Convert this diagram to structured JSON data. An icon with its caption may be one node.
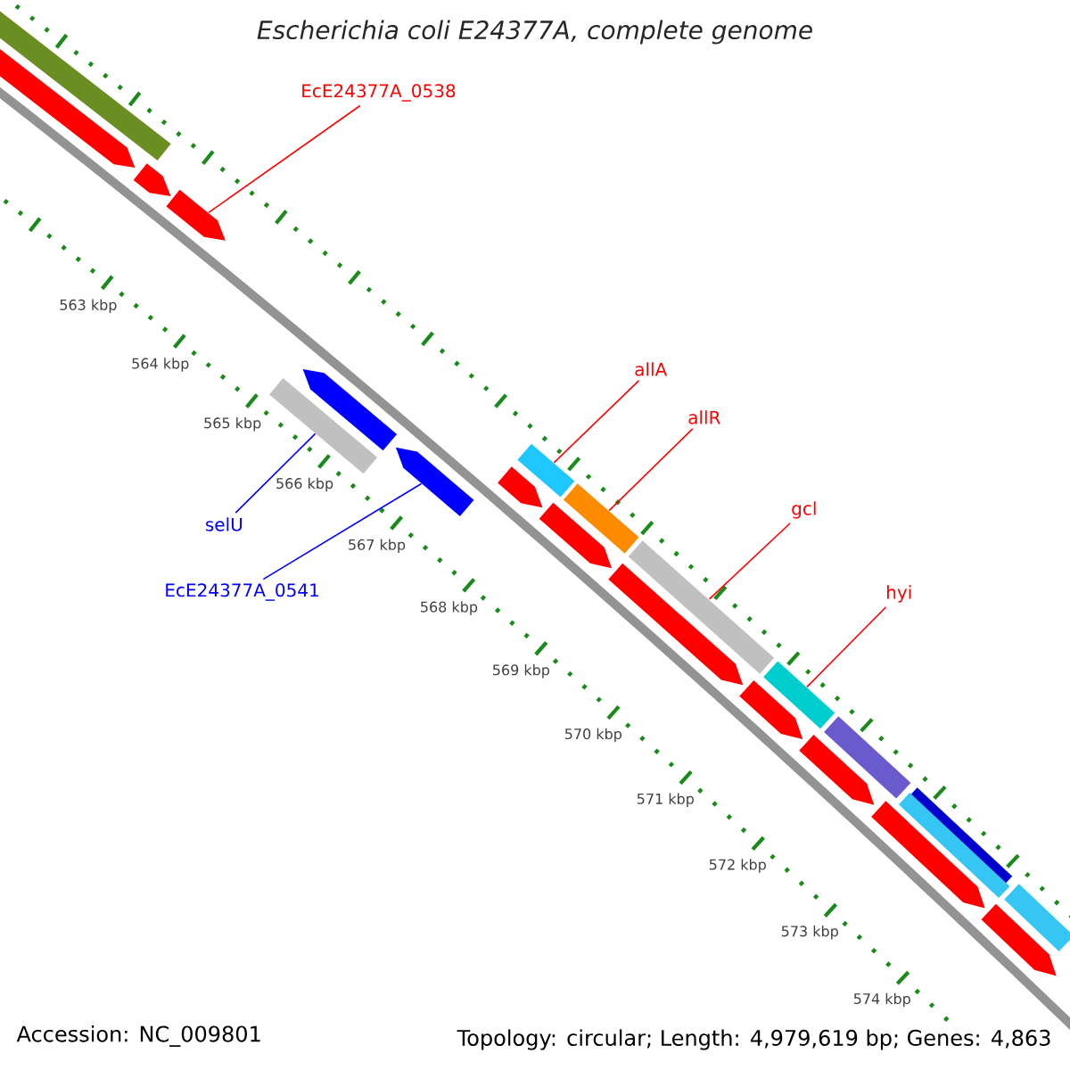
{
  "diagram": {
    "title": "Escherichia coli E24377A, complete genome",
    "nodes": [
      {
        "text": [
          "EcE24377A_0538"
        ]
      },
      {
        "text": [],
        "shape": "bar"
      },
      {
        "text": [],
        "shape": "arrow"
      },
      {
        "text": [],
        "shape": "arrow"
      },
      {
        "text": [],
        "shape": "arrow"
      },
      {
        "text": [],
        "shape": "arrow"
      },
      {
        "text": [],
        "shape": "bar"
      },
      {
        "text": [
          "selU"
        ]
      },
      {
        "text": [],
        "shape": "arrow"
      },
      {
        "text": [
          "EcE24377A_0541"
        ]
      },
      {
        "text": [
          "allA"
        ]
      },
      {
        "text": [
          "allR"
        ]
      },
      {
        "text": [],
        "shape": "bar"
      },
      {
        "text": [],
        "shape": "arrow"
      },
      {
        "text": [],
        "shape": "bar"
      },
      {
        "text": [],
        "shape": "arrow"
      },
      {
        "text": [
          "gcl"
        ]
      },
      {
        "text": [],
        "shape": "bar"
      },
      {
        "text": [],
        "shape": "arrow"
      },
      {
        "text": [
          "hyi"
        ]
      },
      {
        "text": [],
        "shape": "bar"
      },
      {
        "text": [],
        "shape": "arrow"
      },
      {
        "text": [],
        "shape": "bar"
      },
      {
        "text": [],
        "shape": "arrow"
      },
      {
        "text": [],
        "shape": "bar"
      },
      {
        "text": [],
        "shape": "bar"
      },
      {
        "text": [],
        "shape": "arrow"
      },
      {
        "text": [],
        "shape": "bar"
      },
      {
        "text": [],
        "shape": "arrow"
      }
    ],
    "edges": [
      {
        "from": 0,
        "to": 4,
        "arrow": "none"
      },
      {
        "from": 7,
        "to": 6,
        "arrow": "none",
        "color": "#0000ff"
      },
      {
        "from": 9,
        "to": 8,
        "arrow": "none",
        "color": "#0000ff"
      },
      {
        "from": 10,
        "to": 12,
        "arrow": "none"
      },
      {
        "from": 11,
        "to": 14,
        "arrow": "none"
      },
      {
        "from": 16,
        "to": 17,
        "arrow": "none"
      },
      {
        "from": 19,
        "to": 20,
        "arrow": "none"
      }
    ],
    "labels": [
      "563 kbp",
      "564 kbp",
      "565 kbp",
      "566 kbp",
      "567 kbp",
      "568 kbp",
      "569 kbp",
      "570 kbp",
      "571 kbp",
      "572 kbp",
      "573 kbp",
      "574 kbp",
      "Accession: NC_009801",
      "Topology: circular; Length: 4,979,619 bp; Genes: 4,863"
    ]
  }
}
